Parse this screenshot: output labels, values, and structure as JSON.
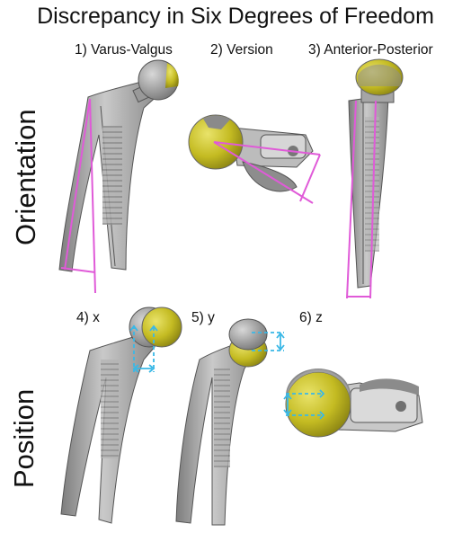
{
  "title": "Discrepancy in Six Degrees of Freedom",
  "rows": {
    "orientation": "Orientation",
    "position": "Position"
  },
  "panels": [
    {
      "id": "1",
      "label": "1) Varus-Valgus"
    },
    {
      "id": "2",
      "label": "2) Version"
    },
    {
      "id": "3",
      "label": "3) Anterior-Posterior"
    },
    {
      "id": "4",
      "label": "4) x"
    },
    {
      "id": "5",
      "label": "5) y"
    },
    {
      "id": "6",
      "label": "6) z"
    }
  ],
  "colors": {
    "implant_gray": "#9a9a9a",
    "implant_dark": "#6e6e6e",
    "head_yellow": "#c9c12a",
    "orientation_lines": "#e05ad8",
    "position_arrows": "#3ab8e6"
  }
}
